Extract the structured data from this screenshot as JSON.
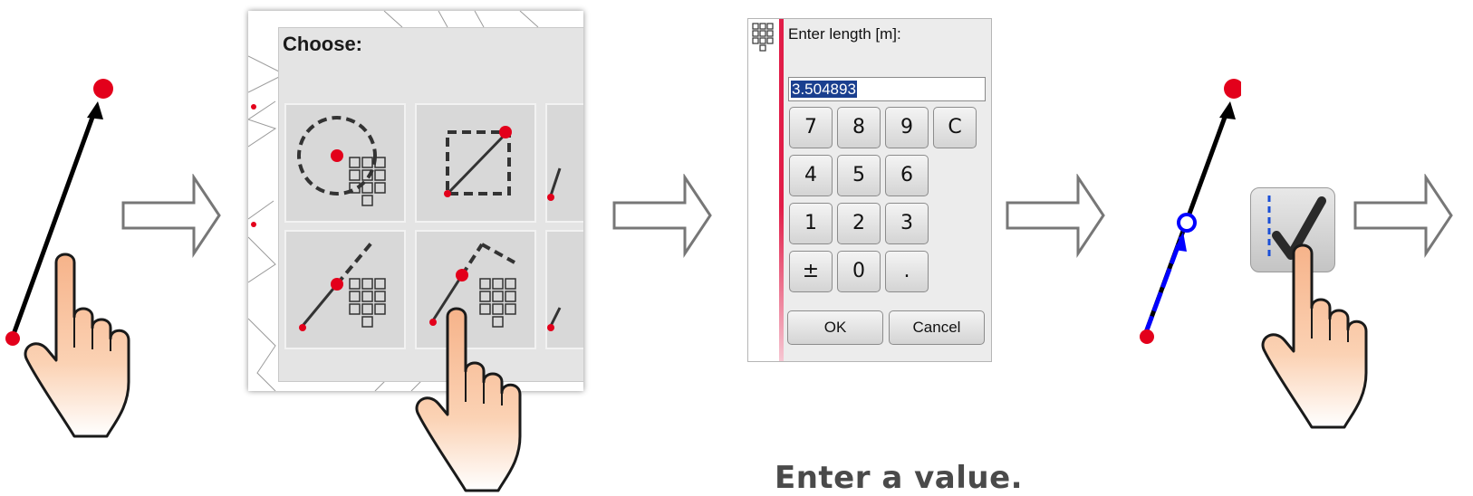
{
  "chooser": {
    "title": "Choose:",
    "options": [
      {
        "icon": "circle-radius-keypad-icon"
      },
      {
        "icon": "square-diagonal-icon"
      },
      {
        "icon": "line-extension-keypad-icon"
      },
      {
        "icon": "line-angle-keypad-icon"
      }
    ]
  },
  "length_dialog": {
    "title": "Enter length [m]:",
    "value": "3.504893",
    "keypad": [
      [
        "7",
        "8",
        "9",
        "C"
      ],
      [
        "4",
        "5",
        "6"
      ],
      [
        "1",
        "2",
        "3"
      ],
      [
        "±",
        "0",
        "."
      ]
    ],
    "ok_label": "OK",
    "cancel_label": "Cancel"
  },
  "caption": "Enter a value.",
  "icons": {
    "hand": "pointing-hand-icon",
    "arrow": "right-arrow-outline-icon",
    "confirm": "checkmark-icon",
    "keypad": "keypad-grid-icon"
  },
  "colors": {
    "point": "#e3001b",
    "line": "#000000",
    "highlight_line": "#0000ff",
    "dialog_accent": "#e11d48",
    "selection": "#1a3f8f",
    "caption": "#4a4a4a"
  }
}
